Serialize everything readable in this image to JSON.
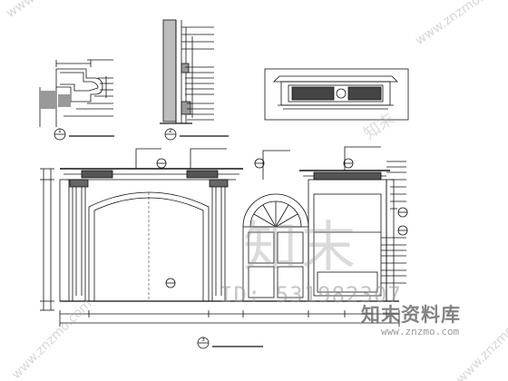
{
  "watermarks": {
    "brand_cn": "知末资料库",
    "url": "www.znzmo.com",
    "id": "ID: 531982307",
    "big_glyphs": "知末",
    "diagonal_1": "www.znzmo.com",
    "diagonal_2": "www.znzmo.com",
    "diagonal_3": "www.znzmo.com",
    "diagonal_4": "www.znzmo.com",
    "diagonal_5": "知末"
  },
  "details": [
    {
      "number": "1",
      "title": ""
    },
    {
      "number": "2",
      "title": ""
    }
  ],
  "main_elevation": {
    "number": "3",
    "title": ""
  },
  "dimensions": {
    "bottom": [
      "",
      "",
      "",
      "",
      "",
      "",
      ""
    ],
    "overall": "",
    "left": [
      "",
      "",
      ""
    ]
  },
  "annotations": {
    "top_left_detail": [
      "",
      "",
      "",
      "",
      "",
      "",
      "",
      ""
    ],
    "top_mid_detail": [
      "",
      "",
      "",
      "",
      "",
      "",
      "",
      "",
      "",
      "",
      "",
      "",
      "",
      ""
    ],
    "elevation_top": [
      "",
      "",
      "",
      "",
      ""
    ],
    "right_side": [
      "",
      "",
      "",
      "",
      "",
      "",
      "",
      "",
      "",
      "",
      "",
      "",
      "",
      "",
      "",
      ""
    ]
  },
  "colors": {
    "ink": "#111111",
    "watermark": "#9a9a9a"
  }
}
